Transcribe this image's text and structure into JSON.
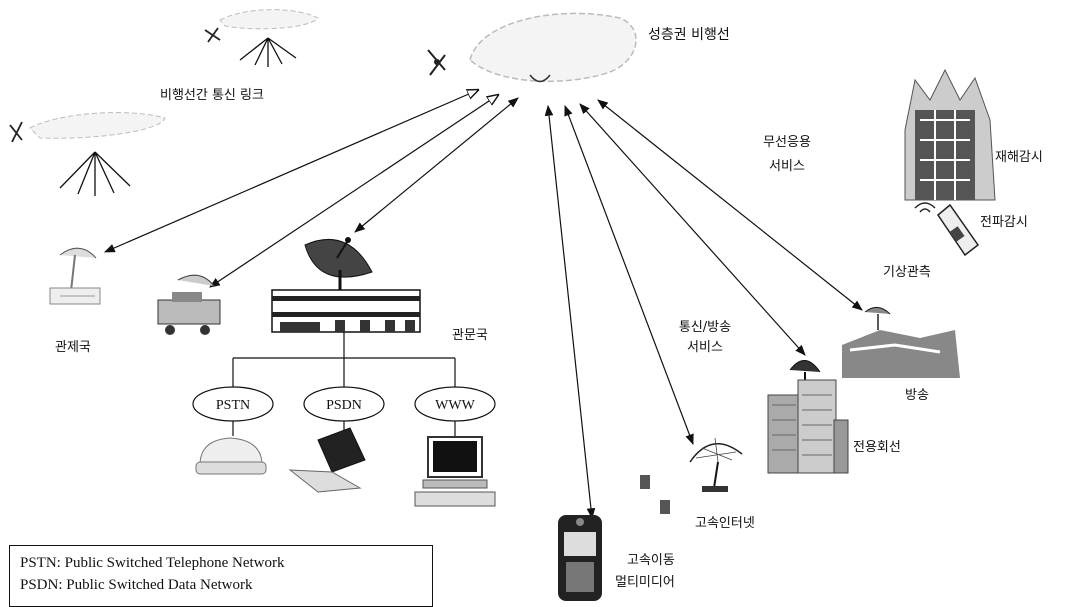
{
  "labels": {
    "stratospheric_airship": "성층권 비행선",
    "inter_airship_link": "비행선간 통신 링크",
    "wireless_service": [
      "무선응용",
      "서비스"
    ],
    "disaster_monitoring": "재해감시",
    "radio_monitoring": "전파감시",
    "weather_observation": "기상관측",
    "control_station": "관제국",
    "gateway_station": "관문국",
    "telecom_broadcast_service": [
      "통신/방송",
      "서비스"
    ],
    "broadcasting": "방송",
    "dedicated_line": "전용회선",
    "high_speed_internet": "고속인터넷",
    "high_speed_mobile_multimedia": [
      "고속이동",
      "멀티미디어"
    ]
  },
  "networks": [
    "PSTN",
    "PSDN",
    "WWW"
  ],
  "legend": [
    "PSTN: Public Switched Telephone Network",
    "PSDN: Public Switched Data Network"
  ],
  "icons": [
    "airship-icon",
    "antenna-footprint-icon",
    "satellite-dish-icon",
    "building-icon",
    "telephone-icon",
    "laptop-icon",
    "desktop-computer-icon",
    "mobile-phone-icon",
    "burning-building-icon",
    "broadcast-landscape-icon"
  ]
}
